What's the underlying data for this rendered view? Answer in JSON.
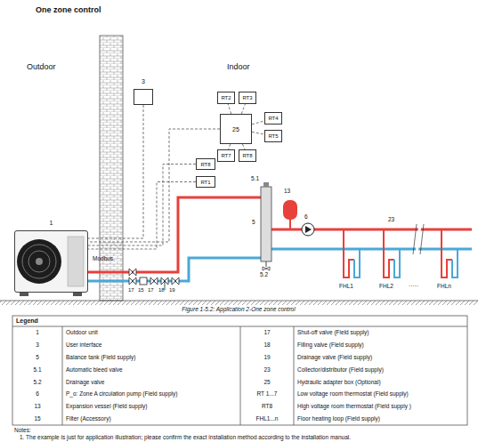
{
  "diagram": {
    "title": "One zone control",
    "caption": "Figure 1-5.2: Application 2-One zone control",
    "nodes": [
      {
        "text": [
          "1"
        ]
      },
      {
        "text": [
          "3"
        ]
      },
      {
        "text": [
          "RT2"
        ]
      },
      {
        "text": [
          "RT3"
        ]
      },
      {
        "text": [
          "25"
        ]
      },
      {
        "text": [
          "RT4"
        ]
      },
      {
        "text": [
          "RT5"
        ]
      },
      {
        "text": [
          "RT7"
        ]
      },
      {
        "text": [
          "RT8"
        ]
      },
      {
        "text": [
          "RT8"
        ]
      },
      {
        "text": [
          "RT1"
        ]
      }
    ],
    "edges": [
      {
        "from": 4,
        "to": 2,
        "arrow": "none"
      },
      {
        "from": 4,
        "to": 3,
        "arrow": "none"
      },
      {
        "from": 4,
        "to": 5,
        "arrow": "none"
      },
      {
        "from": 4,
        "to": 6,
        "arrow": "none"
      },
      {
        "from": 4,
        "to": 7,
        "arrow": "none"
      },
      {
        "from": 4,
        "to": 8,
        "arrow": "none"
      },
      {
        "from": 1,
        "to": 0,
        "arrow": "none"
      },
      {
        "from": 4,
        "to": 0,
        "arrow": "none"
      },
      {
        "from": 9,
        "to": 0,
        "arrow": "none"
      },
      {
        "from": 10,
        "to": 0,
        "arrow": "none"
      }
    ],
    "labels": [
      "Outdoor",
      "Indoor",
      "Modbus",
      "5.1",
      "5",
      "5.2",
      "6",
      "13",
      "23",
      "17",
      "15",
      "17",
      "18",
      "19",
      "FHL1",
      "FHL2",
      "·····",
      "FHLn",
      "Legend",
      "1",
      "Outdoor unit",
      "17",
      "Shut-off valve (Field supply)",
      "3",
      "User interface",
      "18",
      "Filling valve (Field supply)",
      "5",
      "Balance tank (Field supply)",
      "19",
      "Drainage valve (Field supply)",
      "5.1",
      "Automatic bleed valve",
      "23",
      "Collector/distributor (Field supply)",
      "5.2",
      "Drainage valve",
      "25",
      "Hydraulic adapter box (Optional)",
      "6",
      "P_o: Zone A circulation pump (Field supply)",
      "RT 1...7",
      "Low voltage room thermostat (Field supply)",
      "13",
      "Expansion vessel (Field supply)",
      "RT8",
      "High voltage room thermostat (Field supply )",
      "15",
      "Filter (Accessory)",
      "FHL1...n",
      "Floor heating loop (Field supply)",
      "Notes:",
      "1.   The example is just for application illustration; please confirm the exact installation method according to the installation manual."
    ]
  }
}
